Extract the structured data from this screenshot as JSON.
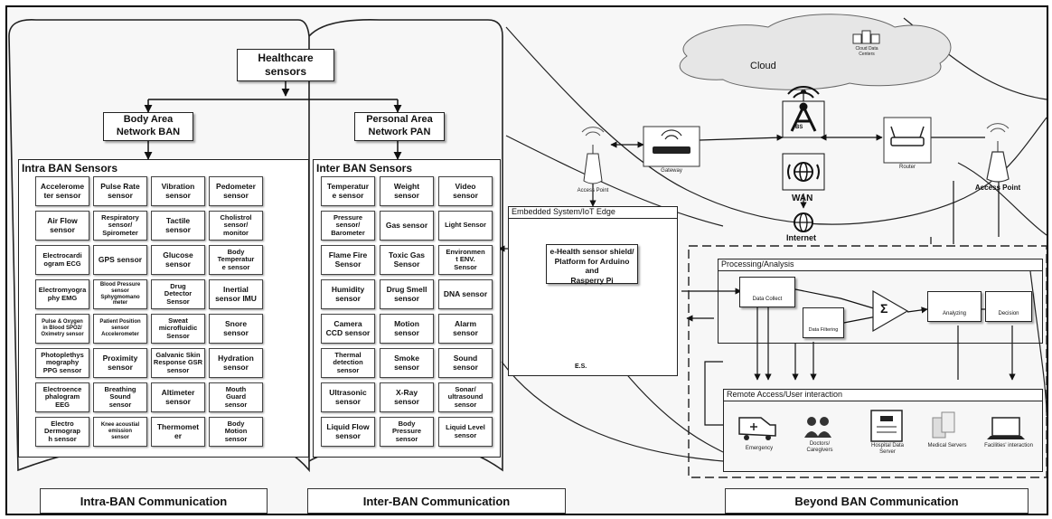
{
  "root": "Healthcare\nsensors",
  "ban": "Body Area\nNetwork BAN",
  "pan": "Personal Area\nNetwork PAN",
  "intra": {
    "title": "Intra BAN Sensors",
    "cells": [
      "Accelerome\nter sensor",
      "Pulse Rate\nsensor",
      "Vibration\nsensor",
      "Pedometer\nsensor",
      "Air Flow\nsensor",
      "Respiratory\nsensor/\nSpirometer",
      "Tactile\nsensor",
      "Cholistrol\nsensor/\nmonitor",
      "Electrocardi\nogram ECG",
      "GPS sensor",
      "Glucose\nsensor",
      "Body\nTemperatur\ne sensor",
      "Electromyogra\nphy EMG",
      "Blood Pressure\nsensor\nSphygmomano\nmeter",
      "Drug\nDetector\nSensor",
      "Inertial\nsensor IMU",
      "Pulse & Oxygen\nin Blood SPO2/\nOximetry sensor",
      "Patient Position\nsensor\nAccelerometer",
      "Sweat\nmicrofluidic\nSensor",
      "Snore\nsensor",
      "Photoplethys\nmography\nPPG sensor",
      "Proximity\nsensor",
      "Galvanic Skin\nResponse GSR\nsensor",
      "Hydration\nsensor",
      "Electroence\nphalogram\nEEG",
      "Breathing\nSound\nsensor",
      "Altimeter\nsensor",
      "Mouth\nGuard\nsensor",
      "Electro\nDermograp\nh sensor",
      "Knee acoustial\nemission\nsensor",
      "Thermomet\ner",
      "Body\nMotion\nsensor"
    ]
  },
  "inter": {
    "title": "Inter BAN Sensors",
    "cells": [
      "Temperatur\ne sensor",
      "Weight\nsensor",
      "Video\nsensor",
      "Pressure\nsensor/\nBarometer",
      "Gas sensor",
      "Light Sensor",
      "Flame Fire\nSensor",
      "Toxic Gas\nSensor",
      "Environmen\nt ENV.\nSensor",
      "Humidity\nsensor",
      "Drug Smell\nsensor",
      "DNA sensor",
      "Camera\nCCD sensor",
      "Motion\nsensor",
      "Alarm\nsensor",
      "Thermal\ndetection\nsensor",
      "Smoke\nsensor",
      "Sound\nsensor",
      "Ultrasonic\nsensor",
      "X-Ray\nsensor",
      "Sonar/\nultrasound\nsensor",
      "Liquid Flow\nsensor",
      "Body\nPressure\nsensor",
      "Liquid Level\nsensor"
    ]
  },
  "network": {
    "cloud": "Cloud",
    "cloud_dc": "Cloud Data\nCenters",
    "bs": "BS",
    "wan": "WAN",
    "internet": "Internet",
    "gateway": "Gateway",
    "router": "Router",
    "ap_left": "Access Point",
    "ap_right": "Access Point"
  },
  "edge": {
    "title": "Embedded System/IoT Edge",
    "shield": "e-Health sensor shield/\nPlatform for Arduino and\nRasperry Pi",
    "chip": "E.S."
  },
  "processing": {
    "title": "Processing/Analysis",
    "collect": "Data Collect",
    "filter": "Data Filtering",
    "sum": "Σ",
    "analyze": "Analyzing",
    "decision": "Decision"
  },
  "remote": {
    "title": "Remote Access/User interaction",
    "items": [
      "Emergency",
      "Doctors/\nCaregivers",
      "Hospital Data\nServer",
      "Medical Servers",
      "Facilities' interaction"
    ]
  },
  "footer": [
    "Intra-BAN Communication",
    "Inter-BAN Communication",
    "Beyond BAN Communication"
  ]
}
